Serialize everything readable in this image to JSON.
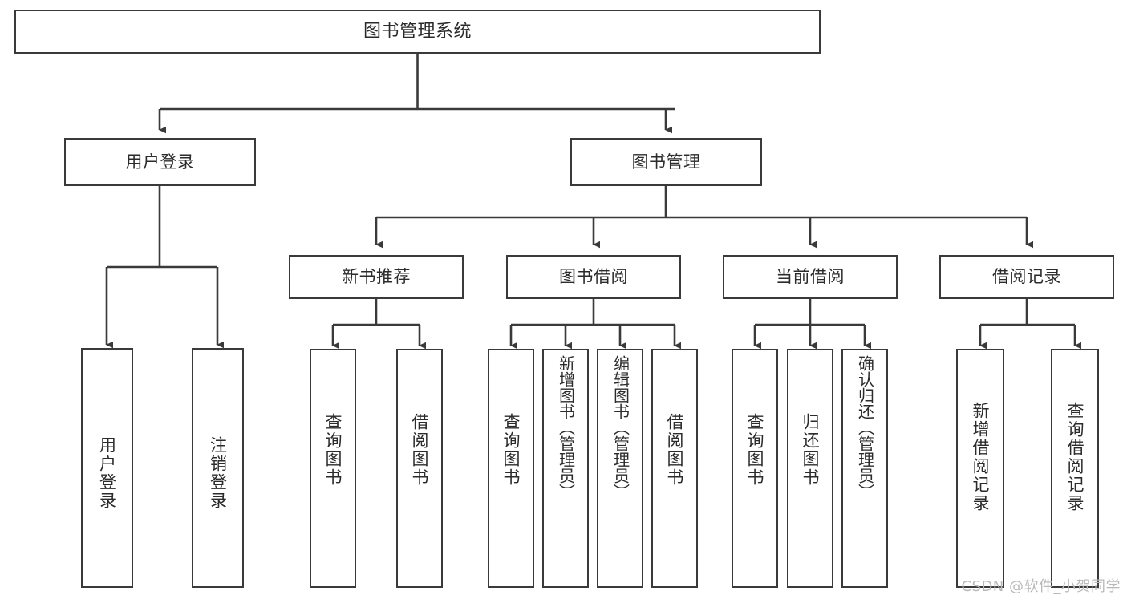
{
  "diagram": {
    "title": "图书管理系统",
    "type": "tree",
    "watermark": "CSDN @软件_小贺同学",
    "colors": {
      "stroke": "#3a3a3a",
      "text": "#2b2b2b",
      "background": "#ffffff",
      "watermark": "#b9b9b9"
    },
    "nodes": {
      "root": {
        "label": "图书管理系统"
      },
      "level2": [
        {
          "id": "user-login",
          "label": "用户登录"
        },
        {
          "id": "book-manage",
          "label": "图书管理"
        }
      ],
      "level3": [
        {
          "id": "new-book-recommend",
          "label": "新书推荐"
        },
        {
          "id": "book-borrow",
          "label": "图书借阅"
        },
        {
          "id": "current-borrow",
          "label": "当前借阅"
        },
        {
          "id": "borrow-record",
          "label": "借阅记录"
        }
      ],
      "leaves": {
        "user_login": [
          {
            "id": "leaf-user-login",
            "label": "用户登录"
          },
          {
            "id": "leaf-logout-login",
            "label": "注销登录"
          }
        ],
        "new_book_recommend": [
          {
            "id": "leaf-query-book-1",
            "label": "查询图书"
          },
          {
            "id": "leaf-borrow-book-1",
            "label": "借阅图书"
          }
        ],
        "book_borrow": [
          {
            "id": "leaf-query-book-2",
            "label": "查询图书"
          },
          {
            "id": "leaf-add-book",
            "label": "新增图书（管理员）"
          },
          {
            "id": "leaf-edit-book",
            "label": "编辑图书（管理员）"
          },
          {
            "id": "leaf-borrow-book-2",
            "label": "借阅图书"
          }
        ],
        "current_borrow": [
          {
            "id": "leaf-query-book-3",
            "label": "查询图书"
          },
          {
            "id": "leaf-return-book",
            "label": "归还图书"
          },
          {
            "id": "leaf-confirm-return",
            "label": "确认归还（管理员）"
          }
        ],
        "borrow_record": [
          {
            "id": "leaf-add-record",
            "label": "新增借阅记录"
          },
          {
            "id": "leaf-query-record",
            "label": "查询借阅记录"
          }
        ]
      }
    },
    "edges": [
      {
        "from": "图书管理系统",
        "to": "用户登录"
      },
      {
        "from": "图书管理系统",
        "to": "图书管理"
      },
      {
        "from": "用户登录",
        "to": "用户登录"
      },
      {
        "from": "用户登录",
        "to": "注销登录"
      },
      {
        "from": "图书管理",
        "to": "新书推荐"
      },
      {
        "from": "图书管理",
        "to": "图书借阅"
      },
      {
        "from": "图书管理",
        "to": "当前借阅"
      },
      {
        "from": "图书管理",
        "to": "借阅记录"
      },
      {
        "from": "新书推荐",
        "to": "查询图书"
      },
      {
        "from": "新书推荐",
        "to": "借阅图书"
      },
      {
        "from": "图书借阅",
        "to": "查询图书"
      },
      {
        "from": "图书借阅",
        "to": "新增图书（管理员）"
      },
      {
        "from": "图书借阅",
        "to": "编辑图书（管理员）"
      },
      {
        "from": "图书借阅",
        "to": "借阅图书"
      },
      {
        "from": "当前借阅",
        "to": "查询图书"
      },
      {
        "from": "当前借阅",
        "to": "归还图书"
      },
      {
        "from": "当前借阅",
        "to": "确认归还（管理员）"
      },
      {
        "from": "借阅记录",
        "to": "新增借阅记录"
      },
      {
        "from": "借阅记录",
        "to": "查询借阅记录"
      }
    ]
  }
}
